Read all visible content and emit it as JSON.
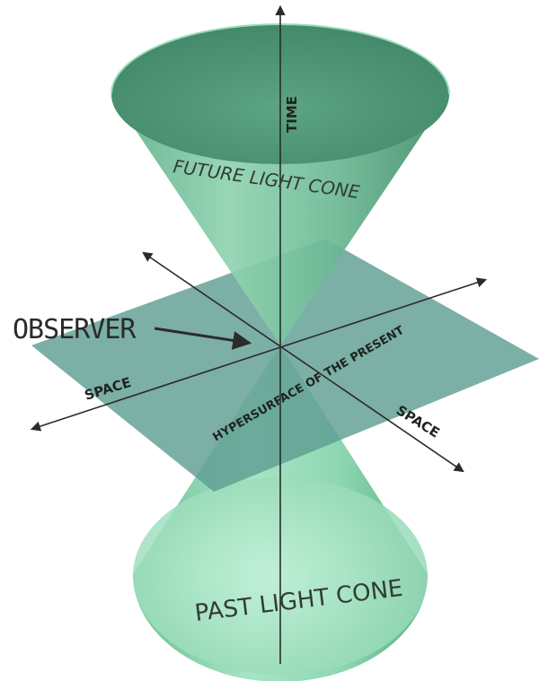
{
  "labels": {
    "time": "TIME",
    "future_cone": "FUTURE LIGHT CONE",
    "past_cone": "PAST LIGHT CONE",
    "observer": "OBSERVER",
    "space_left": "SPACE",
    "space_right": "SPACE",
    "hypersurface": "HYPERSURFACE OF THE PRESENT"
  },
  "colors": {
    "cone_light": "#b8ecd1",
    "cone_mid": "#7fc6a1",
    "cone_dark": "#3f8f6c",
    "plane": "#5f9e92",
    "axis": "#2b2b2b",
    "text": "#2a2a2a"
  }
}
